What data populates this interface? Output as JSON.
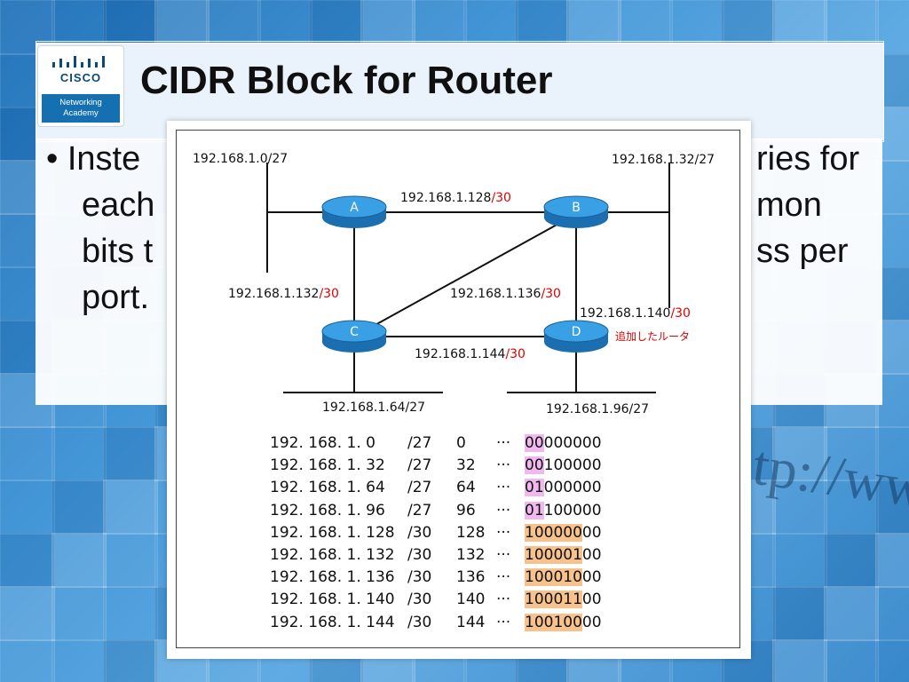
{
  "slide": {
    "title": "CIDR Block for Router",
    "bullet": {
      "lines": [
        "• Inste",
        "each",
        "bits t",
        "port."
      ],
      "right_fragments": [
        "ries for",
        "mon",
        "ss per"
      ]
    },
    "watermark": "tp://ww"
  },
  "logo": {
    "word": "CISCO",
    "line1": "Networking",
    "line2": "Academy"
  },
  "diagram": {
    "nets": {
      "top_left": "192.168.1.0/27",
      "top_right": "192.168.1.32/27",
      "bottom_left": "192.168.1.64/27",
      "bottom_right": "192.168.1.96/27"
    },
    "links": {
      "ab": {
        "base": "192.168.1.128",
        "mask": "/30"
      },
      "ac": {
        "base": "192.168.1.132",
        "mask": "/30"
      },
      "bc": {
        "base": "192.168.1.136",
        "mask": "/30"
      },
      "bd": {
        "base": "192.168.1.140",
        "mask": "/30"
      },
      "cd": {
        "base": "192.168.1.144",
        "mask": "/30"
      }
    },
    "routers": [
      "A",
      "B",
      "C",
      "D"
    ],
    "added_router_note": "追加したルータ"
  },
  "address_table": [
    {
      "addr": "192. 168. 1. 0",
      "mask": "/27",
      "dec": "0",
      "dots": "···",
      "pre": "00",
      "post": "000000",
      "hl": "pink"
    },
    {
      "addr": "192. 168. 1. 32",
      "mask": "/27",
      "dec": "32",
      "dots": "···",
      "pre": "00",
      "post": "100000",
      "hl": "pink"
    },
    {
      "addr": "192. 168. 1. 64",
      "mask": "/27",
      "dec": "64",
      "dots": "···",
      "pre": "01",
      "post": "000000",
      "hl": "pink"
    },
    {
      "addr": "192. 168. 1. 96",
      "mask": "/27",
      "dec": "96",
      "dots": "···",
      "pre": "01",
      "post": "100000",
      "hl": "pink"
    },
    {
      "addr": "192. 168. 1. 128",
      "mask": "/30",
      "dec": "128",
      "dots": "···",
      "pre": "100000",
      "post": "00",
      "hl": "orange"
    },
    {
      "addr": "192. 168. 1. 132",
      "mask": "/30",
      "dec": "132",
      "dots": "···",
      "pre": "100001",
      "post": "00",
      "hl": "orange"
    },
    {
      "addr": "192. 168. 1. 136",
      "mask": "/30",
      "dec": "136",
      "dots": "···",
      "pre": "100010",
      "post": "00",
      "hl": "orange"
    },
    {
      "addr": "192. 168. 1. 140",
      "mask": "/30",
      "dec": "140",
      "dots": "···",
      "pre": "100011",
      "post": "00",
      "hl": "orange"
    },
    {
      "addr": "192. 168. 1. 144",
      "mask": "/30",
      "dec": "144",
      "dots": "···",
      "pre": "100100",
      "post": "00",
      "hl": "orange"
    }
  ],
  "colors": {
    "accent_red": "#e00000",
    "router_blue": "#2c8fd6",
    "highlight_pink": "#f1b8f0",
    "highlight_orange": "#f7c28c"
  }
}
